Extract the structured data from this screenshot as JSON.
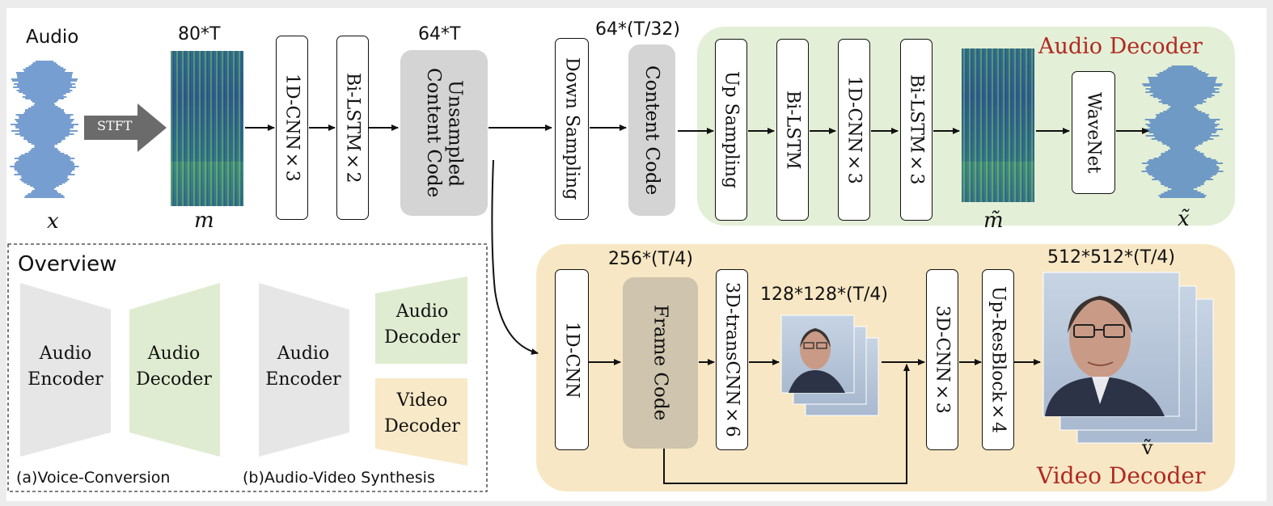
{
  "top_pipeline": {
    "input_label": "Audio",
    "input_symbol": "x",
    "stft_label": "STFT",
    "mel_dim": "80*T",
    "mel_symbol": "m",
    "cnn_label": "1D-CNN×3",
    "lstm_label": "Bi-LSTM×2",
    "unsampled_dim": "64*T",
    "unsampled_label": "Unsampled Content Code",
    "down_label": "Down Sampling",
    "content_dim": "64*(T/32)",
    "content_label": "Content Code"
  },
  "audio_decoder": {
    "title": "Audio Decoder",
    "up_label": "Up Sampling",
    "lstm_label": "Bi-LSTM",
    "cnn_label": "1D-CNN×3",
    "lstm3_label": "Bi-LSTM×3",
    "mel_symbol": "m̃",
    "wavenet_label": "WaveNet",
    "output_symbol": "x̃"
  },
  "video_decoder": {
    "title": "Video Decoder",
    "cnn_label": "1D-CNN",
    "frame_dim": "256*(T/4)",
    "frame_label": "Frame Code",
    "trans_label": "3D-transCNN×6",
    "small_dim": "128*128*(T/4)",
    "cnn3_label": "3D-CNN×3",
    "res_label": "Up-ResBlock×4",
    "large_dim": "512*512*(T/4)",
    "output_symbol": "ṽ"
  },
  "overview": {
    "title": "Overview",
    "encoder_a": "Audio Encoder",
    "decoder_a": "Audio Decoder",
    "encoder_b": "Audio Encoder",
    "audio_decoder_b": "Audio Decoder",
    "video_decoder_b": "Video Decoder",
    "caption_a": "(a)Voice-Conversion",
    "caption_b": "(b)Audio-Video Synthesis"
  },
  "colors": {
    "audio_green": "#e3efd6",
    "video_tan": "#f7e7c4",
    "title_red": "#b02a22",
    "waveform_blue": "#4a7fc1",
    "encoder_gray": "#e6e6e6",
    "decoder_green": "#dfecd1",
    "decoder_tan": "#f8e9c8"
  }
}
